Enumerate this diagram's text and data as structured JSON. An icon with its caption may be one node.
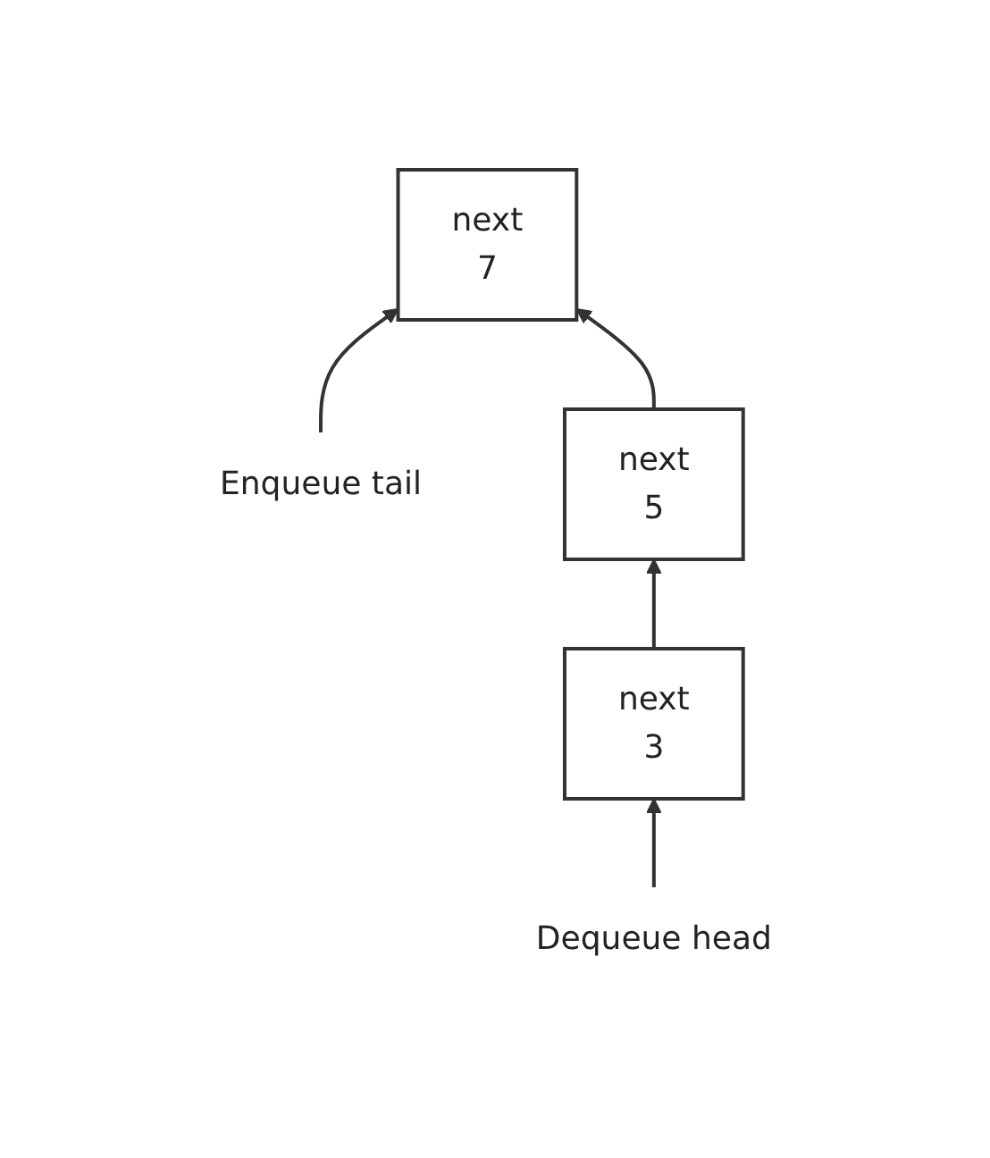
{
  "diagram": {
    "nodes": [
      {
        "text": [
          "Enqueue tail"
        ]
      },
      {
        "text": [
          "next",
          "7"
        ]
      },
      {
        "text": [
          "next",
          "5"
        ]
      },
      {
        "text": [
          "Dequeue head"
        ]
      },
      {
        "text": [
          "next",
          "3"
        ]
      }
    ],
    "edges": [
      {
        "from": 0,
        "to": 1,
        "arrow": "to"
      },
      {
        "from": 2,
        "to": 1,
        "arrow": "to"
      },
      {
        "from": 4,
        "to": 2,
        "arrow": "to"
      },
      {
        "from": 3,
        "to": 4,
        "arrow": "to"
      }
    ]
  }
}
